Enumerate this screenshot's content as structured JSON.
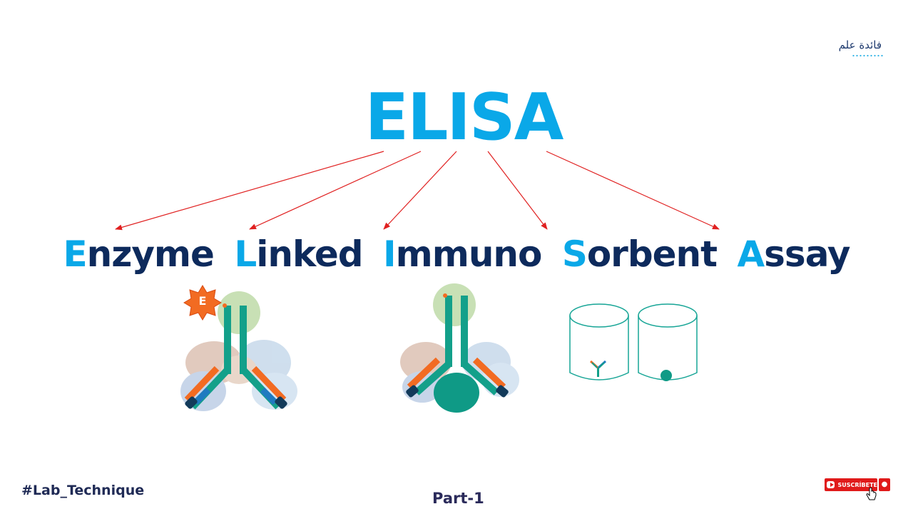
{
  "logo": {
    "text": "فائدة علم",
    "icon": "dna-flask-logo-icon"
  },
  "title": "ELISA",
  "expansion": [
    {
      "initial": "E",
      "rest": "nzyme"
    },
    {
      "initial": "L",
      "rest": "inked"
    },
    {
      "initial": "I",
      "rest": "mmuno"
    },
    {
      "initial": "S",
      "rest": "orbent"
    },
    {
      "initial": "A",
      "rest": "ssay"
    }
  ],
  "enzyme_badge": "E",
  "footer": {
    "hashtag": "#Lab_Technique",
    "part": "Part-1",
    "subscribe_label": "SUSCRÍBETE"
  },
  "colors": {
    "accent_blue": "#0aa8e8",
    "navy": "#0d2a5c",
    "arrow_red": "#e02020",
    "antibody_teal": "#13a08a",
    "enzyme_orange": "#f26b22",
    "subscribe_red": "#e01a1a"
  }
}
